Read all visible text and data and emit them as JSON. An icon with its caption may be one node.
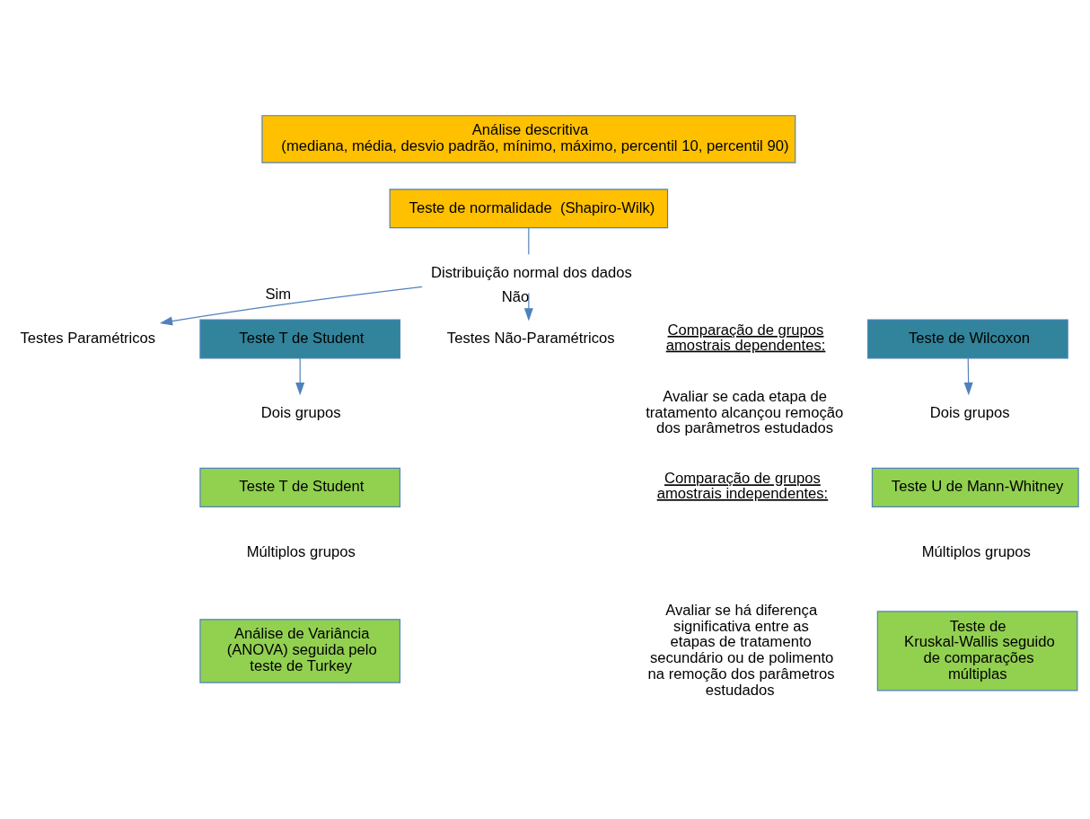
{
  "diagram": {
    "nodes": [
      {
        "text": [
          "Análise descritiva",
          "(mediana, média, desvio padrão, mínimo, máximo, percentil 10, percentil 90)"
        ]
      },
      {
        "text": [
          "Teste de normalidade  (Shapiro-Wilk)"
        ]
      },
      {
        "text": [
          "Distribuição normal dos dados"
        ]
      },
      {
        "text": [
          "Testes Paramétricos"
        ]
      },
      {
        "text": [
          "Testes Não-Paramétricos"
        ]
      },
      {
        "text": [
          "Teste T de Student"
        ]
      },
      {
        "text": [
          "Teste de Wilcoxon"
        ]
      },
      {
        "text": [
          "Dois grupos"
        ]
      },
      {
        "text": [
          "Teste T de Student"
        ]
      },
      {
        "text": [
          "Análise de Variância (ANOVA) seguida pelo teste de Turkey"
        ]
      },
      {
        "text": [
          "Dois grupos"
        ]
      },
      {
        "text": [
          "Teste U de Mann-Whitney"
        ]
      },
      {
        "text": [
          "Teste de Kruskal-Wallis seguido de comparações múltiplas"
        ]
      }
    ],
    "edges": [
      {
        "from": 1,
        "to": 2,
        "arrow": "none"
      },
      {
        "from": 2,
        "to": 3,
        "arrow": "to",
        "label": "Sim"
      },
      {
        "from": 2,
        "to": 4,
        "arrow": "to",
        "label": "Não"
      },
      {
        "from": 5,
        "to": 7,
        "arrow": "to"
      },
      {
        "from": 6,
        "to": 10,
        "arrow": "to"
      }
    ],
    "labels": [
      "Comparação de grupos amostrais dependentes:",
      "Avaliar se cada etapa de tratamento alcançou remoção dos parâmetros estudados",
      "Comparação de grupos amostrais independentes:",
      "Múltiplos grupos",
      "Múltiplos grupos",
      "Avaliar se há diferença significativa entre as etapas de tratamento secundário ou de polimento na remoção dos parâmetros estudados"
    ]
  }
}
